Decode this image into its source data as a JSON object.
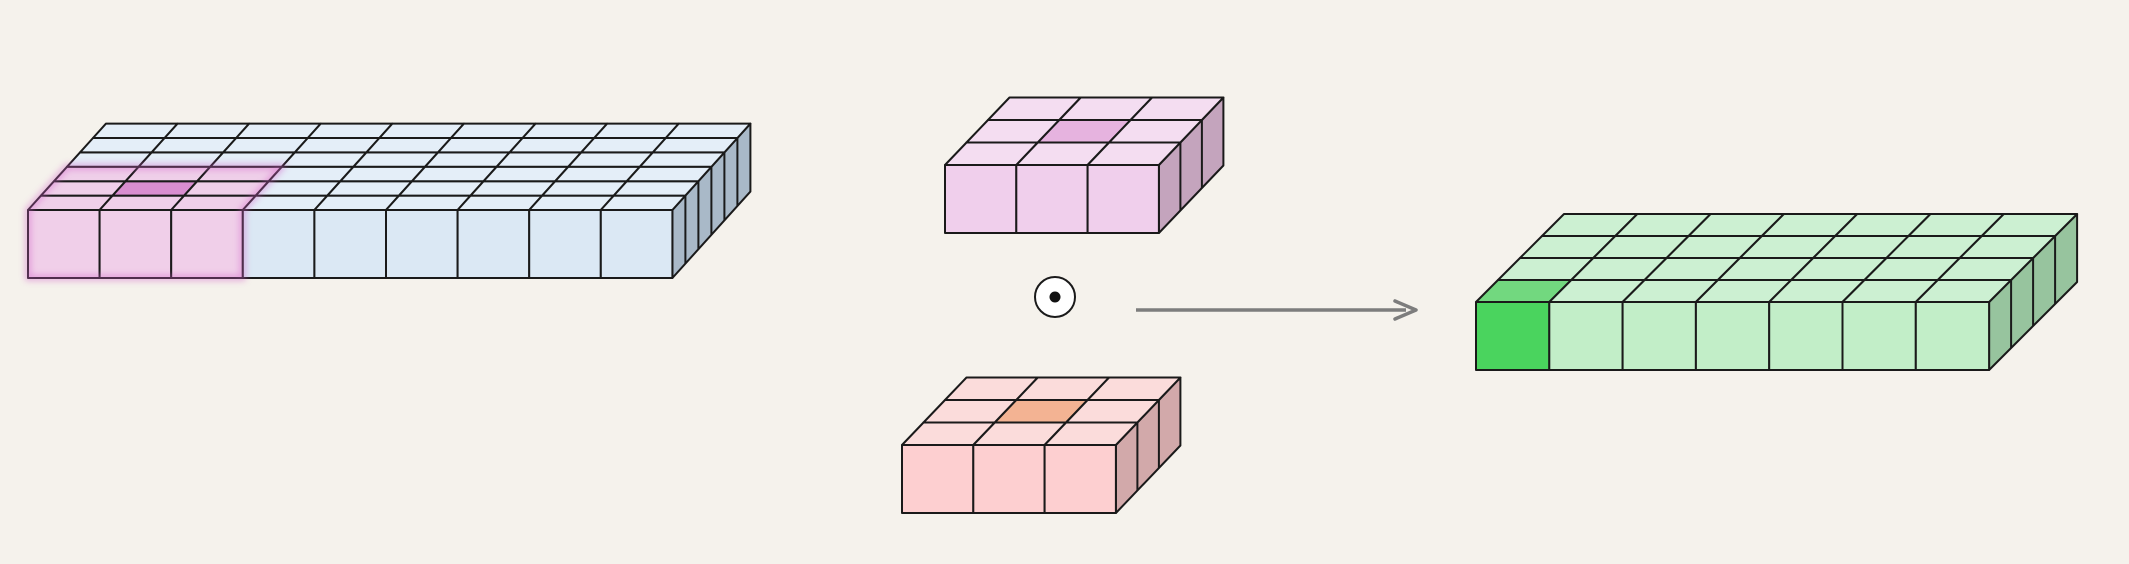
{
  "figure": {
    "operator_symbol": "⊙",
    "input_grid": {
      "cols": 9,
      "rows": 6,
      "highlight_cols": 3,
      "highlight_rows": 3,
      "center_cell": [
        1,
        1
      ]
    },
    "kernel_a": {
      "cols": 3,
      "rows": 3,
      "center_cell": [
        1,
        1
      ]
    },
    "kernel_b": {
      "cols": 3,
      "rows": 3,
      "center_cell": [
        1,
        1
      ]
    },
    "output_grid": {
      "cols": 7,
      "rows": 4,
      "highlight_cell": [
        0,
        0
      ]
    }
  },
  "colors": {
    "background": "#f5f2ec",
    "input_front": "#dbe8f4",
    "input_top": "#e4eef8",
    "input_side": "#a9b9c8",
    "input_highlight_front": "#f0cfe9",
    "input_highlight_top": "#efcfe9",
    "input_center": "#d98ed0",
    "input_glow": "#d15ec8",
    "kernel_a_front": "#f0cfec",
    "kernel_a_top": "#f4ddf1",
    "kernel_a_side": "#c4a4bd",
    "kernel_a_center": "#e6b3df",
    "kernel_b_front": "#fdcfd0",
    "kernel_b_top": "#fbdcdb",
    "kernel_b_side": "#d2a9aa",
    "kernel_b_center": "#f3b393",
    "output_front": "#c2eec8",
    "output_top": "#ccf0d2",
    "output_side": "#97c49e",
    "output_highlight_front": "#4ad45e",
    "output_highlight_top": "#72d87f",
    "arrow": "#7d7d7d"
  }
}
